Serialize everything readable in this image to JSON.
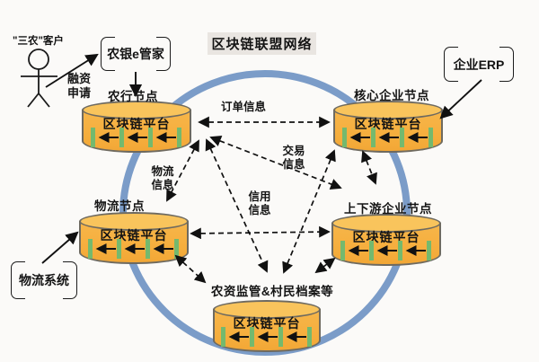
{
  "title": "区块链联盟网络",
  "platform_label": "区块链平台",
  "actor": {
    "label": "\"三农\"客户"
  },
  "systems": {
    "bank_app": "农银e管家",
    "erp": "企业ERP",
    "logistics": "物流系统"
  },
  "nodes": [
    {
      "label": "农行节点"
    },
    {
      "label": "核心企业节点"
    },
    {
      "label": "物流节点"
    },
    {
      "label": "上下游企业节点"
    },
    {
      "label": "农资监管&村民档案等"
    }
  ],
  "flows": {
    "financing": "融资申请",
    "order": "订单信息",
    "trade": "交易信息",
    "logistics_info": "物流信息",
    "credit": "信用信息"
  },
  "colors": {
    "cylinder_body": "#f5ad3c",
    "cylinder_top": "#f9c45c",
    "chain_bar": "#74b96e",
    "ring": "#7b9cc8",
    "title_bg": "#e9e5e1"
  }
}
